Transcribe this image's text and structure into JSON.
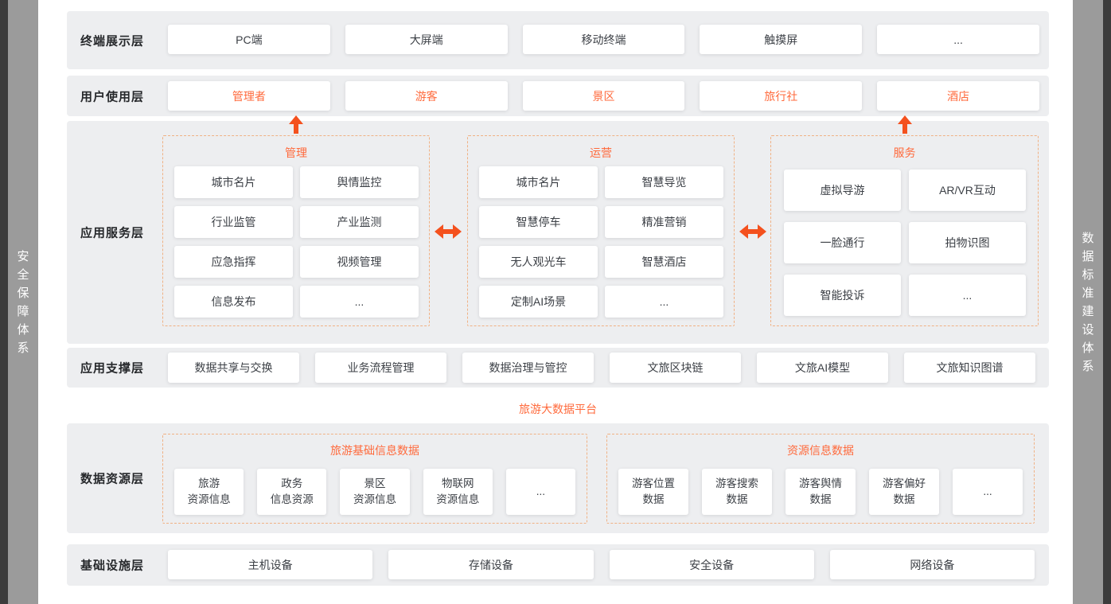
{
  "colors": {
    "accent_orange": "#ff6a3c",
    "arrow_orange": "#f4511e",
    "dashed_border": "#f0b184",
    "panel_gray": "#edeef0",
    "sidebar_gray": "#9b9b9b",
    "edge_dark": "#3c3c3c"
  },
  "sidebars": {
    "left": {
      "text": "安全保障体系"
    },
    "right": {
      "text": "数据标准建设体系"
    }
  },
  "layers": {
    "terminal": {
      "label": "终端展示层",
      "items": [
        "PC端",
        "大屏端",
        "移动终端",
        "触摸屏",
        "..."
      ]
    },
    "user": {
      "label": "用户使用层",
      "items": [
        "管理者",
        "游客",
        "景区",
        "旅行社",
        "酒店"
      ]
    },
    "app_service": {
      "label": "应用服务层",
      "groups": [
        {
          "title": "管理",
          "items": [
            "城市名片",
            "舆情监控",
            "行业监管",
            "产业监测",
            "应急指挥",
            "视频管理",
            "信息发布",
            "..."
          ]
        },
        {
          "title": "运营",
          "items": [
            "城市名片",
            "智慧导览",
            "智慧停车",
            "精准营销",
            "无人观光车",
            "智慧酒店",
            "定制AI场景",
            "..."
          ]
        },
        {
          "title": "服务",
          "items": [
            "虚拟导游",
            "AR/VR互动",
            "一脸通行",
            "拍物识图",
            "智能投诉",
            "..."
          ]
        }
      ]
    },
    "app_support": {
      "label": "应用支撑层",
      "items": [
        "数据共享与交换",
        "业务流程管理",
        "数据治理与管控",
        "文旅区块链",
        "文旅AI模型",
        "文旅知识图谱"
      ]
    },
    "platform_label": "旅游大数据平台",
    "data_resource": {
      "label": "数据资源层",
      "groups": [
        {
          "title": "旅游基础信息数据",
          "items": [
            [
              "旅游",
              "资源信息"
            ],
            [
              "政务",
              "信息资源"
            ],
            [
              "景区",
              "资源信息"
            ],
            [
              "物联网",
              "资源信息"
            ],
            [
              "..."
            ]
          ]
        },
        {
          "title": "资源信息数据",
          "items": [
            [
              "游客位置",
              "数据"
            ],
            [
              "游客搜索",
              "数据"
            ],
            [
              "游客舆情",
              "数据"
            ],
            [
              "游客偏好",
              "数据"
            ],
            [
              "..."
            ]
          ]
        }
      ]
    },
    "infrastructure": {
      "label": "基础设施层",
      "items": [
        "主机设备",
        "存储设备",
        "安全设备",
        "网络设备"
      ]
    }
  }
}
